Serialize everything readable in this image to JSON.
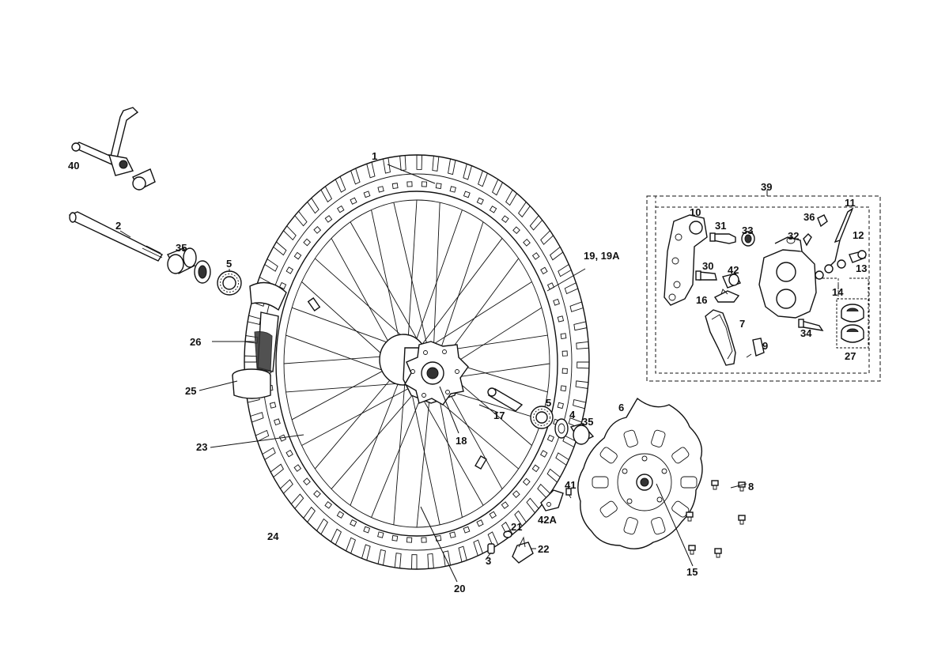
{
  "labels": {
    "l1": "1",
    "l2": "2",
    "l3": "3",
    "l4": "4",
    "l5a": "5",
    "l5b": "5",
    "l6": "6",
    "l7": "7",
    "l8": "8",
    "l9": "9",
    "l10": "10",
    "l11": "11",
    "l12": "12",
    "l13": "13",
    "l14": "14",
    "l15": "15",
    "l16": "16",
    "l17": "17",
    "l18": "18",
    "l19": "19, 19A",
    "l20": "20",
    "l21": "21",
    "l22": "22",
    "l23": "23",
    "l24": "24",
    "l25": "25",
    "l26": "26",
    "l27": "27",
    "l30": "30",
    "l31": "31",
    "l32": "32",
    "l33": "33",
    "l34": "34",
    "l35a": "35",
    "l35b": "35",
    "l36": "36",
    "l39": "39",
    "l40": "40",
    "l41": "41",
    "l42": "42",
    "l42a": "42A"
  }
}
